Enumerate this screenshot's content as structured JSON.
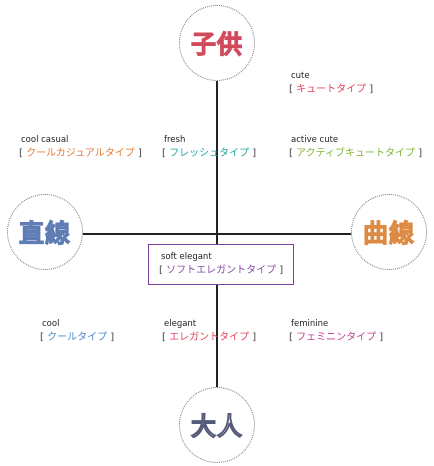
{
  "nodes": {
    "top": "子供",
    "left": "直線",
    "right": "曲線",
    "bottom": "大人"
  },
  "types": {
    "cute": {
      "en": "cute",
      "jp": "キュートタイプ",
      "color": "#e0455c"
    },
    "cool_casual": {
      "en": "cool casual",
      "jp": "クールカジュアルタイプ",
      "color": "#e8793a"
    },
    "fresh": {
      "en": "fresh",
      "jp": "フレッシュタイプ",
      "color": "#1fa7a0"
    },
    "active_cute": {
      "en": "active cute",
      "jp": "アクティブキュートタイプ",
      "color": "#84b53a"
    },
    "soft_elegant": {
      "en": "soft elegant",
      "jp": "ソフトエレガントタイプ",
      "color": "#8a4aa8"
    },
    "cool": {
      "en": "cool",
      "jp": "クールタイプ",
      "color": "#4d8ac8"
    },
    "elegant": {
      "en": "elegant",
      "jp": "エレガントタイプ",
      "color": "#e0455c"
    },
    "feminine": {
      "en": "feminine",
      "jp": "フェミニンタイプ",
      "color": "#c03c8c"
    }
  },
  "brackets": {
    "open": "[",
    "close": "]"
  }
}
